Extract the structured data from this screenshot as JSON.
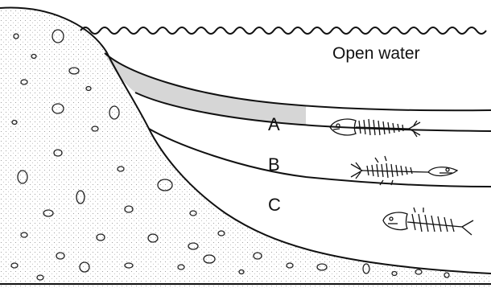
{
  "labels": {
    "open_water": "Open water",
    "layer_a": "A",
    "layer_b": "B",
    "layer_c": "C"
  },
  "icons": {
    "water_surface": "wavy-water-line-icon",
    "fossil_a": "fish-skeleton-icon",
    "fossil_b": "fish-skeleton-icon",
    "fossil_c": "fish-skeleton-icon"
  },
  "colors": {
    "line": "#111111",
    "sediment_dots": "#6a6a6a",
    "shaded_layer": "#c9c9c9"
  }
}
